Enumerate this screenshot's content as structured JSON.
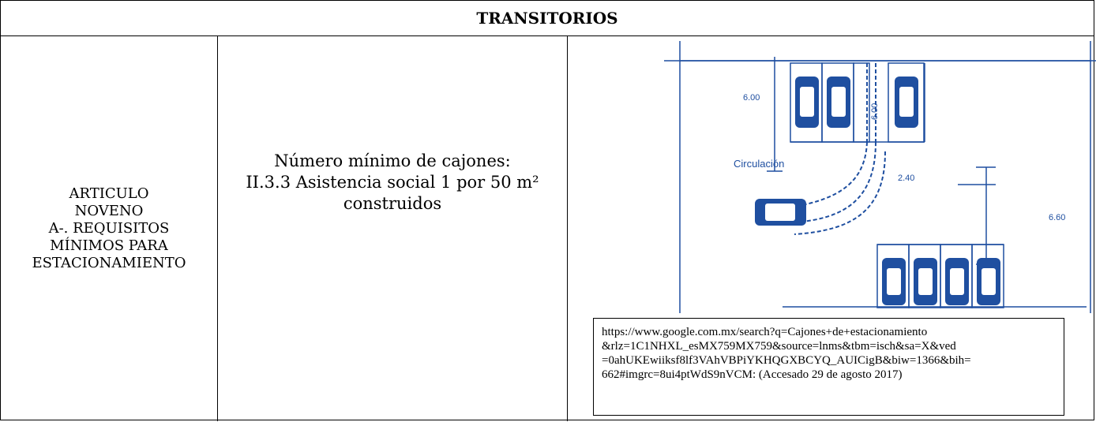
{
  "header": {
    "title": "TRANSITORIOS"
  },
  "article": {
    "lines": [
      "ARTICULO",
      "NOVENO",
      "A-. REQUISITOS",
      "MÍNIMOS PARA",
      "ESTACIONAMIENTO"
    ]
  },
  "requirement": {
    "lines": [
      "Número mínimo de cajones:",
      "II.3.3 Asistencia social 1 por 50 m²",
      "construidos"
    ]
  },
  "drawing": {
    "labels": {
      "top_depth": "6.00",
      "lane_depth": "6.00",
      "circulation": "Circulación",
      "stall_width": "2.40",
      "aisle_width": "6.60"
    },
    "color": "#1f4fa0"
  },
  "citation": {
    "lines": [
      "https://www.google.com.mx/search?q=Cajones+de+estacionamiento",
      "&rlz=1C1NHXL_esMX759MX759&source=lnms&tbm=isch&sa=X&ved",
      "=0ahUKEwiiksf8lf3VAhVBPiYKHQGXBCYQ_AUICigB&biw=1366&bih=",
      "662#imgrc=8ui4ptWdS9nVCM: (Accesado 29 de agosto 2017)"
    ]
  }
}
